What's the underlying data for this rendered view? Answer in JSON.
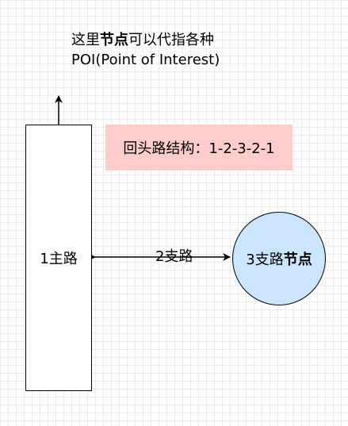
{
  "note": {
    "line1_prefix": "这里",
    "line1_bold": "节点",
    "line1_suffix": "可以代指各种",
    "line2": "POI(Point of Interest)"
  },
  "main_road": {
    "label": "1主路"
  },
  "callout": {
    "text": "回头路结构：1-2-3-2-1"
  },
  "branch": {
    "label": "2支路"
  },
  "branch_node": {
    "label_prefix": "3支路",
    "label_bold": "节点"
  },
  "colors": {
    "callout_fill": "#ffcccc",
    "node_fill": "#cce5ff",
    "stroke": "#000000",
    "grid": "#ebebeb"
  }
}
